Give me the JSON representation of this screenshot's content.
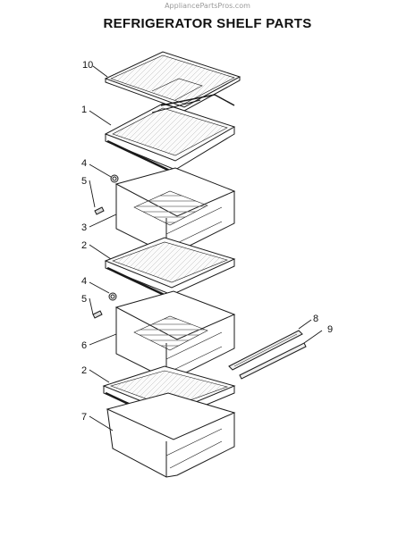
{
  "watermark": "AppliancePartsPros.com",
  "title": "REFRIGERATOR SHELF PARTS",
  "callouts": {
    "c10": "10",
    "c1": "1",
    "c4a": "4",
    "c5a": "5",
    "c3": "3",
    "c2a": "2",
    "c4b": "4",
    "c5b": "5",
    "c6": "6",
    "c8": "8",
    "c9": "9",
    "c2b": "2",
    "c7": "7"
  },
  "colors": {
    "line": "#1a1a1a",
    "glass": "#f4f4f4",
    "hatch": "#666666"
  }
}
